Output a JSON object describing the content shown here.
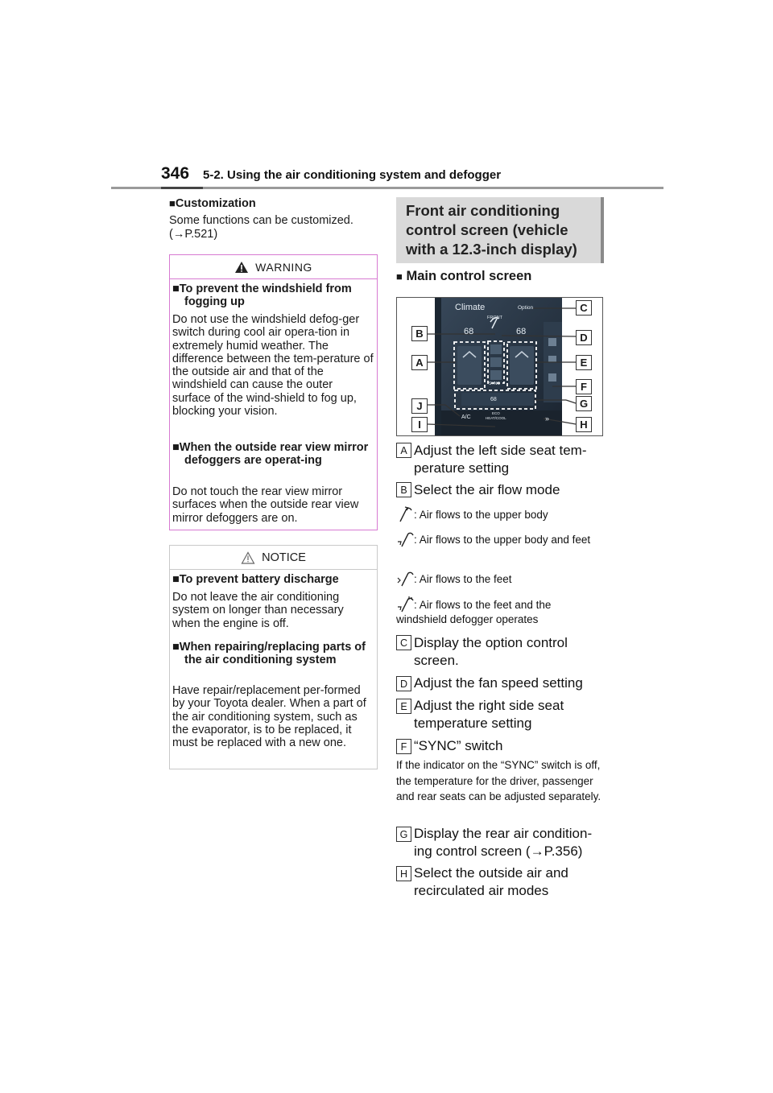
{
  "header": {
    "page_number": "346",
    "title": "5-2. Using the air conditioning system and defogger"
  },
  "customization": {
    "heading": "Customization",
    "body_line1": "Some functions can be customized.",
    "body_line2": "(→P.521)"
  },
  "warning": {
    "title": "WARNING",
    "item1_heading": "To prevent the windshield from fogging up",
    "item1_body": "Do not use the windshield defog-ger switch during cool air opera-tion in extremely humid weather. The difference between the tem-perature of the outside air and that of the windshield can cause the outer surface of the wind-shield to fog up, blocking your vision.",
    "item2_heading": "When the outside rear view mirror defoggers are operat-ing",
    "item2_body": "Do not touch the rear view mirror surfaces when the outside rear view mirror defoggers are on."
  },
  "notice": {
    "title": "NOTICE",
    "item1_heading": "To prevent battery discharge",
    "item1_body": "Do not leave the air conditioning system on longer than necessary when the engine is off.",
    "item2_heading": "When repairing/replacing parts of the air conditioning system",
    "item2_body": "Have repair/replacement per-formed by your Toyota dealer. When a part of the air conditioning system, such as the evaporator, is to be replaced, it must be replaced with a new one."
  },
  "section": {
    "title_line1": "Front air conditioning",
    "title_line2": "control screen (vehicle",
    "title_line3": "with a 12.3-inch display)",
    "main_heading": "Main control screen"
  },
  "screen": {
    "climate": "Climate",
    "option": "Option",
    "front": "FRONT",
    "temp_left": "68",
    "temp_right": "68",
    "sync": "SYNC",
    "temp_rear": "68",
    "ac": "A/C",
    "eco": "ECO",
    "heat_cool": "HEAT/COOL",
    "callouts": [
      "A",
      "B",
      "C",
      "D",
      "E",
      "F",
      "G",
      "H",
      "I",
      "J"
    ]
  },
  "items": {
    "A": "Adjust the left side seat tem-perature setting",
    "B": "Select the air flow mode",
    "B_mode1": ": Air flows to the upper body",
    "B_mode2": ": Air flows to the upper body and feet",
    "B_mode3": ": Air flows to the feet",
    "B_mode4": ": Air flows to the feet and the windshield defogger operates",
    "C": "Display the option control screen.",
    "D": "Adjust the fan speed setting",
    "E": "Adjust the right side seat temperature setting",
    "F": "“SYNC” switch",
    "F_note": "If the indicator on the “SYNC” switch is off, the temperature for the driver, passenger and rear seats can be adjusted separately.",
    "G": "Display the rear air condition-ing control screen (→P.356)",
    "H": "Select the outside air and recirculated air modes"
  }
}
